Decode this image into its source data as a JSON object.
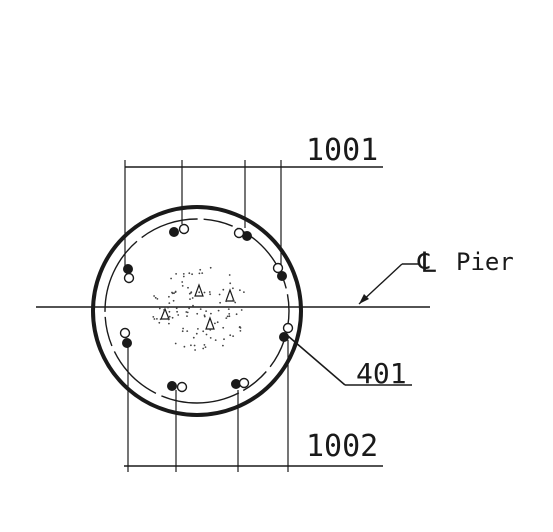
{
  "labels": {
    "top_dimension": "1001",
    "bottom_dimension": "1002",
    "bar_callout": "401",
    "centerline_symbol": "℄",
    "centerline_text": "Pier"
  },
  "colors": {
    "ink": "#1a1a1a",
    "paper": "#ffffff"
  }
}
